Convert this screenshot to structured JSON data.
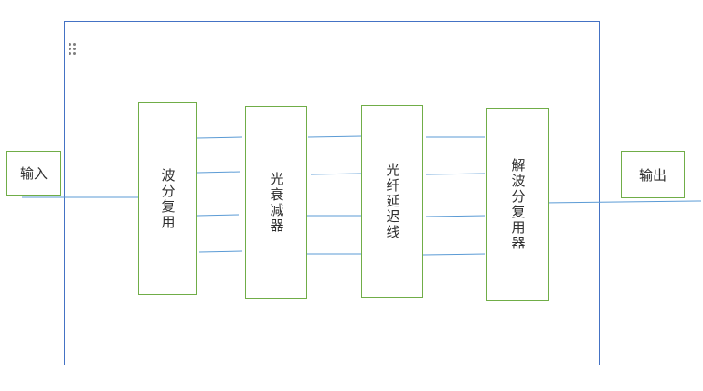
{
  "diagram": {
    "nodes": {
      "input": {
        "label": "输入"
      },
      "wdm": {
        "label": "波分复用"
      },
      "attenuator": {
        "label": "光衰减器"
      },
      "delay_line": {
        "label": "光纤延迟线"
      },
      "demux": {
        "label": "解波分复用器"
      },
      "output": {
        "label": "输出"
      }
    },
    "edges": [
      {
        "from": "input",
        "to": "wdm"
      },
      {
        "from": "wdm",
        "to": "attenuator",
        "count": 4
      },
      {
        "from": "attenuator",
        "to": "delay_line",
        "count": 4
      },
      {
        "from": "delay_line",
        "to": "demux",
        "count": 4
      },
      {
        "from": "demux",
        "to": "output"
      }
    ],
    "colors": {
      "node_border": "#70ad47",
      "connector": "#5b9bd5",
      "container_border": "#4472c4",
      "text": "#2f2f2f"
    },
    "icons": [
      "drag-handle-icon"
    ]
  }
}
